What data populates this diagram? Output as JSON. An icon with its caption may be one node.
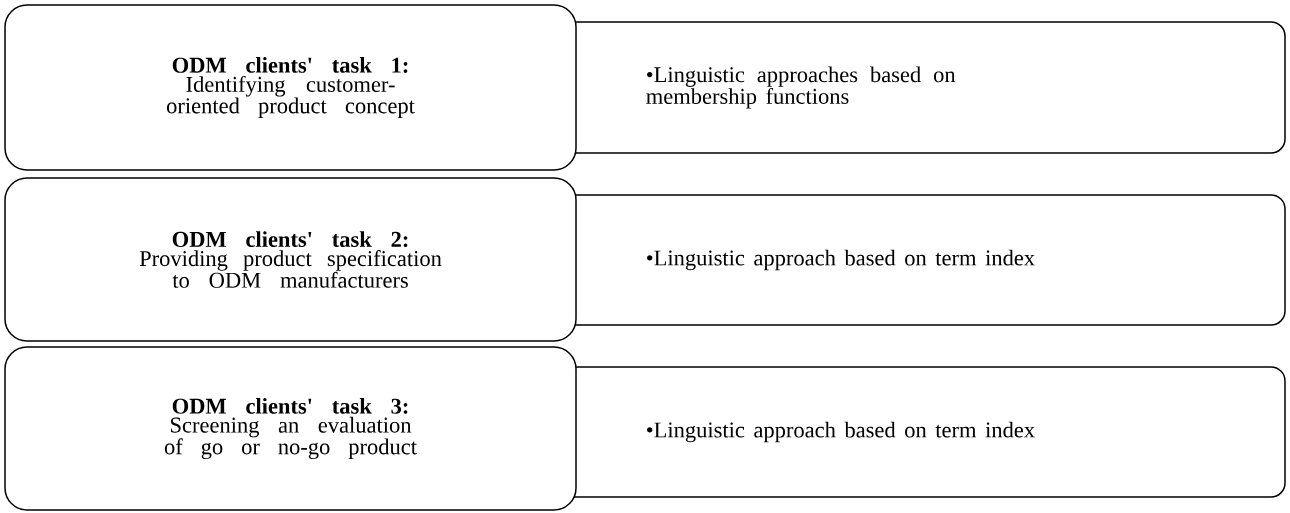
{
  "diagram": {
    "nodes": [
      {
        "text": [
          "ODM clients' task 1:",
          "Identifying customer-oriented product concept"
        ]
      },
      {
        "text": [
          "•Linguistic approaches based on membership functions"
        ]
      },
      {
        "text": [
          "ODM clients' task 2:",
          "Providing product specification to ODM manufacturers"
        ]
      },
      {
        "text": [
          "•Linguistic approach based on term index"
        ]
      },
      {
        "text": [
          "ODM clients' task 3:",
          "Screening an evaluation of go or no-go product"
        ]
      },
      {
        "text": [
          "•Linguistic approach based on term index"
        ]
      }
    ]
  }
}
